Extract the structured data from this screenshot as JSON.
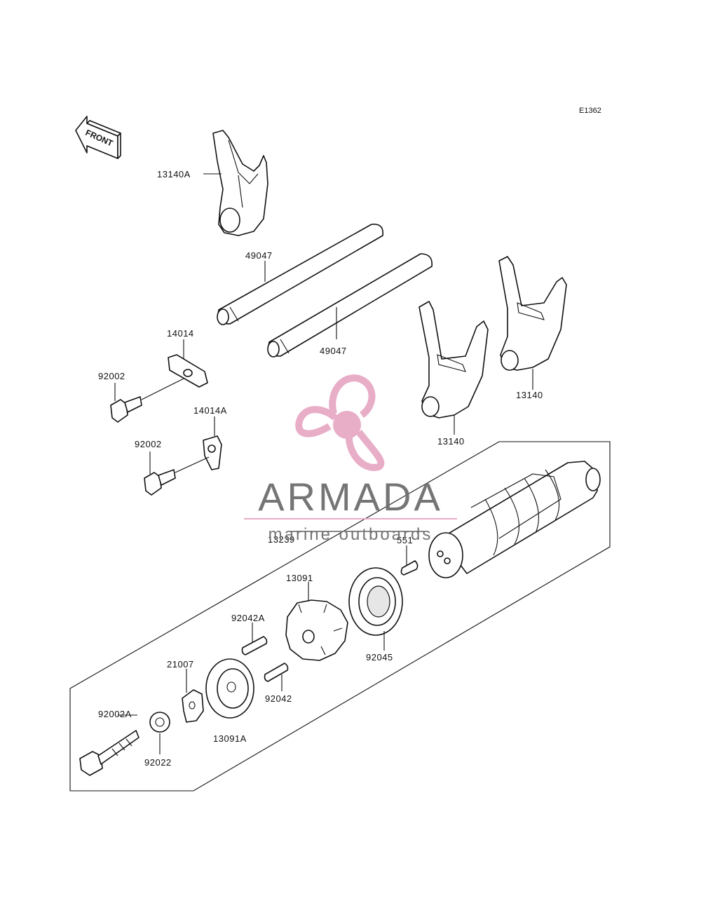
{
  "diagram": {
    "code": "E1362",
    "front_label": "FRONT"
  },
  "parts": {
    "p13140A": "13140A",
    "p49047_a": "49047",
    "p49047_b": "49047",
    "p14014": "14014",
    "p92002_a": "92002",
    "p14014A": "14014A",
    "p92002_b": "92002",
    "p13140_a": "13140",
    "p13140_b": "13140",
    "p13239": "13239",
    "p551": "551",
    "p13091": "13091",
    "p92042A": "92042A",
    "p92045": "92045",
    "p21007": "21007",
    "p92042": "92042",
    "p92002A": "92002A",
    "p92022": "92022",
    "p13091A": "13091A"
  },
  "watermark": {
    "brand": "ARMADA",
    "tagline": "marine outboards",
    "colors": {
      "brand": "#6e6e6e",
      "accent": "#e7a9c5",
      "accent_dark": "#d987ad"
    },
    "icon": "propeller-icon"
  }
}
